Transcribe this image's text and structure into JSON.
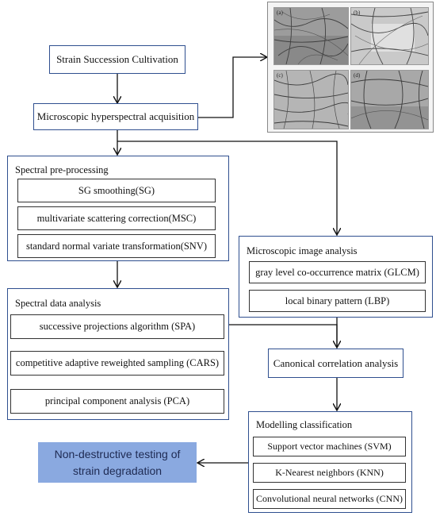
{
  "nodes": {
    "strain_cultivation": "Strain Succession Cultivation",
    "hyperspectral_acquisition": "Microscopic hyperspectral acquisition",
    "preprocessing": {
      "title": "Spectral pre-processing",
      "items": [
        "SG smoothing(SG)",
        "multivariate scattering correction(MSC)",
        "standard normal variate transformation(SNV)"
      ]
    },
    "image_analysis": {
      "title": "Microscopic image analysis",
      "items": [
        "gray level co-occurrence matrix (GLCM)",
        "local binary pattern (LBP)"
      ]
    },
    "spectral_analysis": {
      "title": "Spectral data analysis",
      "items": [
        "successive projections algorithm (SPA)",
        "competitive adaptive reweighted sampling (CARS)",
        "principal component analysis (PCA)"
      ]
    },
    "canonical": "Canonical correlation analysis",
    "modelling": {
      "title": "Modelling classification",
      "items": [
        "Support vector machines (SVM)",
        "K-Nearest neighbors (KNN)",
        "Convolutional neural networks (CNN)"
      ]
    },
    "result_line1": "Non-destructive testing of",
    "result_line2": "strain degradation"
  },
  "image_panels": [
    "(a)",
    "(b)",
    "(c)",
    "(d)"
  ],
  "colors": {
    "box_border": "#2f4f8f",
    "result_fill": "#8aa9e0",
    "result_text": "#1e2a52"
  }
}
